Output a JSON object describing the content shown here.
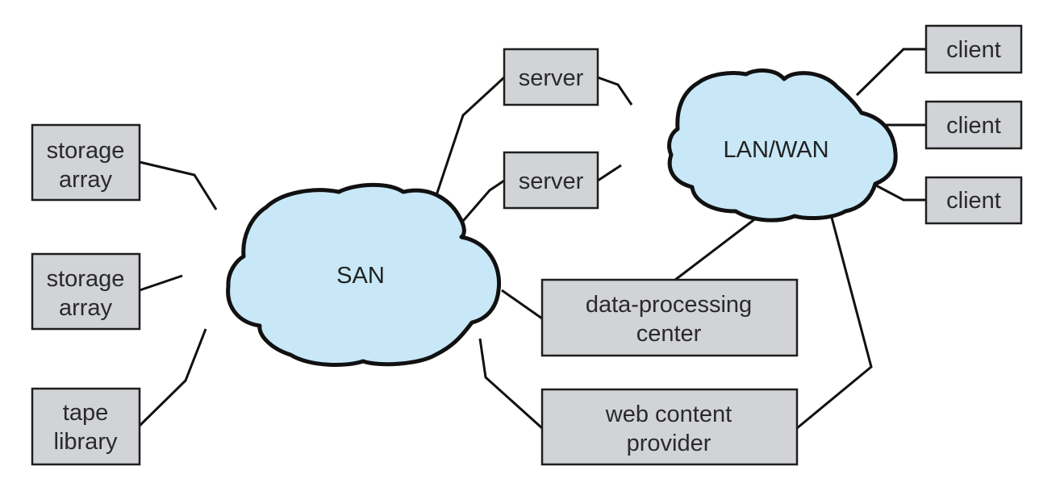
{
  "diagram": {
    "type": "network-topology",
    "clouds": [
      {
        "id": "san",
        "label": "SAN"
      },
      {
        "id": "lanwan",
        "label": "LAN/WAN"
      }
    ],
    "nodes": [
      {
        "id": "storage1",
        "lines": [
          "storage",
          "array"
        ]
      },
      {
        "id": "storage2",
        "lines": [
          "storage",
          "array"
        ]
      },
      {
        "id": "tape",
        "lines": [
          "tape",
          "library"
        ]
      },
      {
        "id": "server1",
        "lines": [
          "server"
        ]
      },
      {
        "id": "server2",
        "lines": [
          "server"
        ]
      },
      {
        "id": "client1",
        "lines": [
          "client"
        ]
      },
      {
        "id": "client2",
        "lines": [
          "client"
        ]
      },
      {
        "id": "client3",
        "lines": [
          "client"
        ]
      },
      {
        "id": "dpc",
        "lines": [
          "data-processing",
          "center"
        ]
      },
      {
        "id": "web",
        "lines": [
          "web content",
          "provider"
        ]
      }
    ],
    "connections": [
      [
        "storage1",
        "san"
      ],
      [
        "storage2",
        "san"
      ],
      [
        "tape",
        "san"
      ],
      [
        "server1",
        "san"
      ],
      [
        "server2",
        "san"
      ],
      [
        "dpc",
        "san"
      ],
      [
        "web",
        "san"
      ],
      [
        "server1",
        "lanwan"
      ],
      [
        "server2",
        "lanwan"
      ],
      [
        "client1",
        "lanwan"
      ],
      [
        "client2",
        "lanwan"
      ],
      [
        "client3",
        "lanwan"
      ],
      [
        "dpc",
        "lanwan"
      ],
      [
        "web",
        "lanwan"
      ]
    ]
  }
}
